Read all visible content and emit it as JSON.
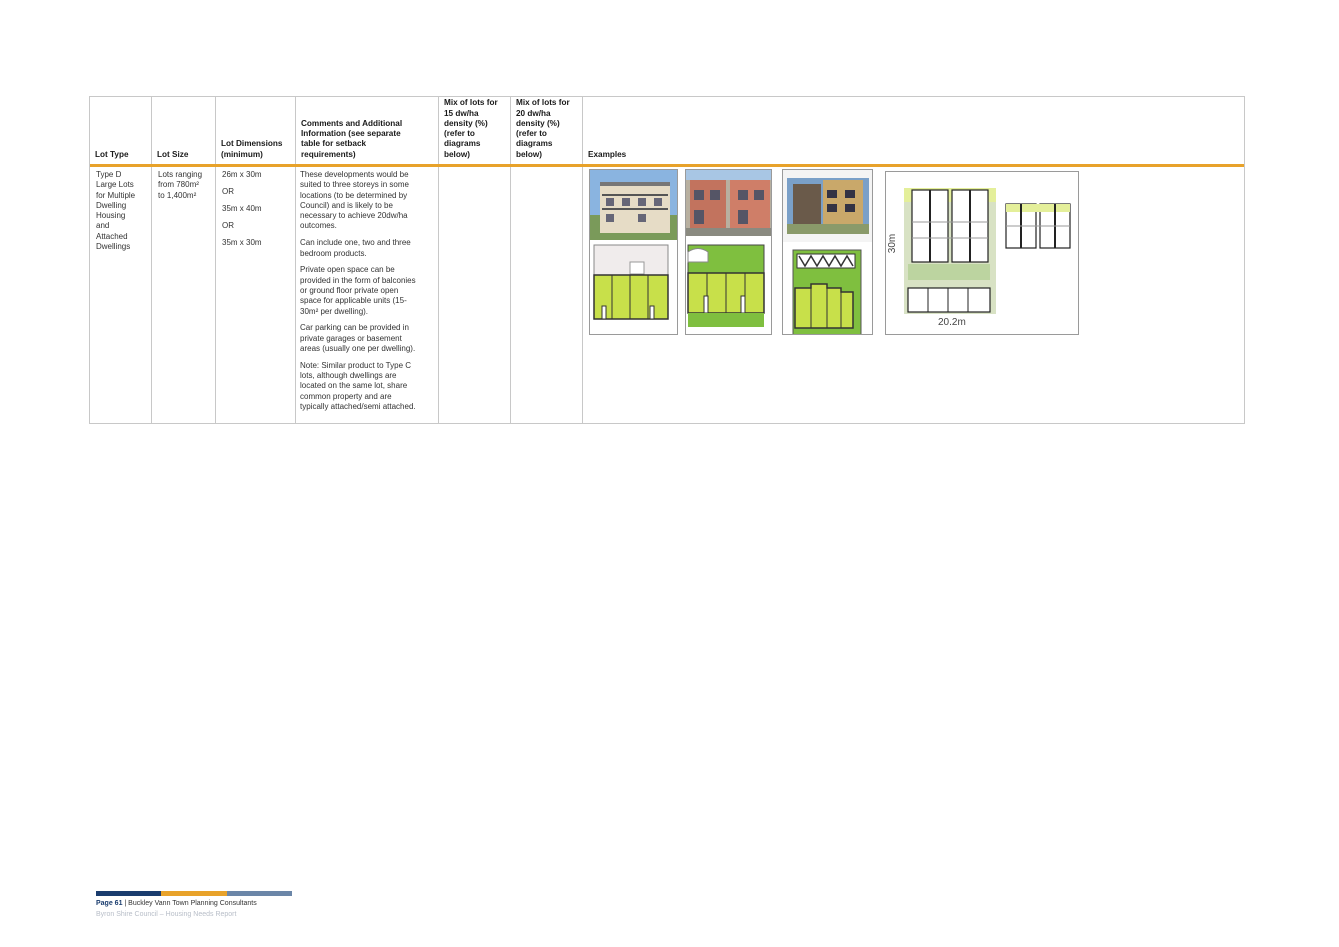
{
  "table": {
    "headers": {
      "lot_type": "Lot Type",
      "lot_size": "Lot Size",
      "lot_dimensions": [
        "Lot Dimensions",
        "(minimum)"
      ],
      "comments": [
        "Comments and Additional",
        "Information (see separate",
        "table for setback",
        "requirements)"
      ],
      "mix_15": [
        "Mix of lots for",
        "15 dw/ha",
        "density (%)",
        "(refer to",
        "diagrams",
        "below)"
      ],
      "mix_20": [
        "Mix of lots for",
        "20 dw/ha",
        "density (%)",
        "(refer to",
        "diagrams",
        "below)"
      ],
      "examples": "Examples"
    },
    "row": {
      "lot_type": [
        "Type D",
        "Large Lots",
        "for Multiple",
        "Dwelling",
        "Housing",
        "and",
        "Attached",
        "Dwellings"
      ],
      "lot_size": [
        "Lots ranging",
        "from 780m²",
        "to 1,400m²"
      ],
      "dimensions": [
        "26m x 30m",
        "OR",
        "35m x 40m",
        "OR",
        "35m x 30m"
      ],
      "comments": [
        [
          "These developments would be",
          "suited to three storeys in some",
          "locations (to be determined by",
          "Council) and is likely to be",
          "necessary to achieve 20dw/ha",
          "outcomes."
        ],
        [
          "Can include one, two and three",
          "bedroom products."
        ],
        [
          "Private open space can be",
          "provided in the form of balconies",
          "or ground floor private open",
          "space for applicable units (15-",
          "30m² per dwelling)."
        ],
        [
          "Car parking can be provided in",
          "private garages or basement",
          "areas (usually one per dwelling)."
        ],
        [
          "Note: Similar product to Type C",
          "lots, although dwellings are",
          "located on the same lot, share",
          "common property and are",
          "typically attached/semi attached."
        ]
      ],
      "mix_15": "",
      "mix_20": ""
    },
    "examples": {
      "plan_label_depth": "30m",
      "plan_label_width": "20.2m"
    }
  },
  "footer": {
    "page_label": "Page 61",
    "firm": " | Buckley Vann Town Planning Consultants",
    "report": "Byron Shire Council – Housing Needs Report",
    "bar_colors": [
      "#1a3c6e",
      "#e8a22a",
      "#6b86a8"
    ]
  },
  "colors": {
    "accent_rule": "#e8a22a",
    "lot_green": "#c8e04a",
    "grass_green": "#7fbf3f"
  }
}
